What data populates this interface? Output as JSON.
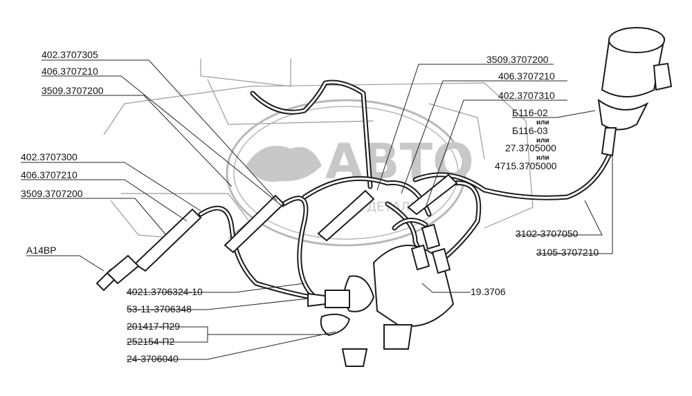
{
  "labels": {
    "l1": "402.3707305",
    "l2": "406.3707210",
    "l3": "3509.3707200",
    "l4": "402.3707300",
    "l5": "406.3707210",
    "l6": "3509.3707200",
    "l7": "А14ВР",
    "l8": "4021.3706324-10",
    "l9": "53-11-3706348",
    "l10": "201417-П29",
    "l11": "252154-П2",
    "l12": "24-3706040",
    "r1": "3509.3707200",
    "r2": "406.3707210",
    "r3": "402.3707310",
    "r4": "Б116-02",
    "r4a": "или",
    "r5": "Б116-03",
    "r5a": "или",
    "r6": "27.3705000",
    "r6a": "или",
    "r7": "4715.3705000",
    "r8": "3102-3707050",
    "r9": "3105-3707210",
    "r10": "19.3706"
  },
  "watermark": {
    "text": "АВТО",
    "subtext": "ДЕТАЛИ"
  },
  "colors": {
    "ink": "#1a1a1a",
    "background_lines": "#9a9a9a",
    "watermark": "#c8c8c8"
  }
}
